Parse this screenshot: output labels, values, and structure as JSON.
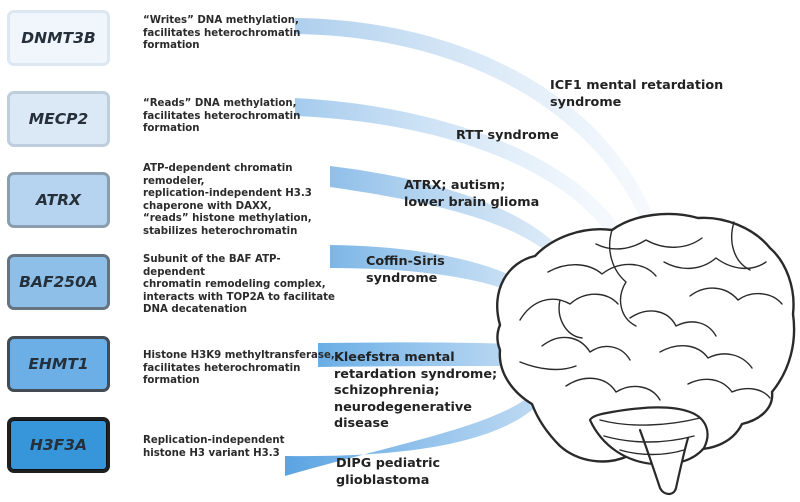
{
  "rows": [
    {
      "gene": "DNMT3B",
      "description": "“Writes” DNA methylation,\nfacilitates heterochromatin\nformation",
      "disease": "ICF1 mental retardation\nsyndrome",
      "fill": "#f1f6fc",
      "border": "#dde7f1"
    },
    {
      "gene": "MECP2",
      "description": "“Reads” DNA methylation,\nfacilitates heterochromatin\nformation",
      "disease": "RTT syndrome",
      "fill": "#dbe8f6",
      "border": "#bfcedc"
    },
    {
      "gene": "ATRX",
      "description": "ATP-dependent chromatin remodeler,\nreplication-independent H3.3\nchaperone with DAXX,\n“reads” histone methylation,\nstabilizes heterochromatin",
      "disease": "ATRX; autism;\nlower brain glioma",
      "fill": "#b6d4ef",
      "border": "#8b9eaf"
    },
    {
      "gene": "BAF250A",
      "description": "Subunit of the BAF ATP-dependent\nchromatin remodeling complex,\ninteracts with TOP2A to facilitate\nDNA decatenation",
      "disease": "Coffin-Siris\nsyndrome",
      "fill": "#8ebfe9",
      "border": "#667482"
    },
    {
      "gene": "EHMT1",
      "description": "Histone H3K9 methyltransferase,\nfacilitates heterochromatin\nformation",
      "disease": "Kleefstra mental\nretardation syndrome;\nschizophrenia;\nneurodegenerative\ndisease",
      "fill": "#6bafe6",
      "border": "#434c55"
    },
    {
      "gene": "H3F3A",
      "description": "Replication-independent\nhistone H3 variant H3.3",
      "disease": "DIPG pediatric\nglioblastoma",
      "fill": "#3796d9",
      "border": "#1e2022"
    }
  ]
}
